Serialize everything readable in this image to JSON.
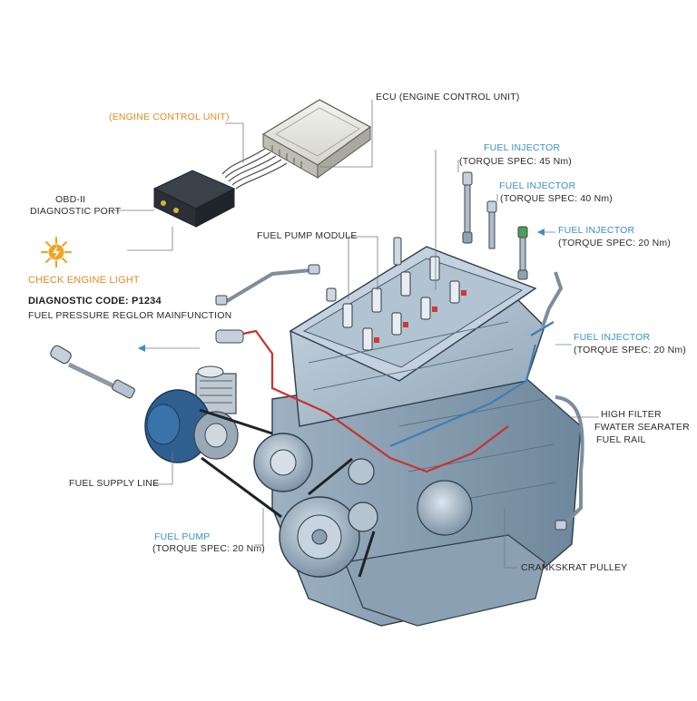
{
  "labels": {
    "ecu_orange": "(ENGINE CONTROL UNIT)",
    "ecu": "ECU (ENGINE CONTROL UNIT)",
    "obd_line1": "OBD-II",
    "obd_line2": "DIAGNOSTIC PORT",
    "check_engine": "CHECK ENGINE LIGHT",
    "diag_code": "DIAGNOSTIC CODE: P1234",
    "diag_desc": "FUEL PRESSURE REGLOR MAINFUNCTION",
    "fuel_pump_module": "FUEL PUMP MODULE",
    "fuel_supply_line": "FUEL SUPPLY LINE",
    "fuel_pump": "FUEL PUMP",
    "fuel_pump_torque": "(TORQUE SPEC: 20 Nm)",
    "injector1": "FUEL INJECTOR",
    "injector1_torque": "(TORQUE SPEC: 45 Nm)",
    "injector2": "FUEL INJECTOR",
    "injector2_torque": "(TORQUE SPEC: 40 Nm)",
    "injector3": "FUEL INJECTOR",
    "injector3_torque": "(TORQUE SPEC: 20 Nm)",
    "injector4": "FUEL INJECTOR",
    "injector4_torque": "(TORQUE SPEC: 20 Nm)",
    "high_filter_1": "HIGH FILTER",
    "high_filter_2": "FWATER SEARATER",
    "high_filter_3": "FUEL RAIL",
    "crankshaft": "CRANKSKRAT PULLEY"
  },
  "colors": {
    "engine_fill": "#a9bccb",
    "engine_dark": "#7d93a5",
    "engine_light": "#c9d7e2",
    "outline": "#2e3c48",
    "fuel_return": "#c8332e",
    "fuel_supply": "#3c7fb6",
    "pump_blue": "#2f5f8f",
    "accent_orange": "#f0a020",
    "label_blue": "#3a8fc4"
  }
}
